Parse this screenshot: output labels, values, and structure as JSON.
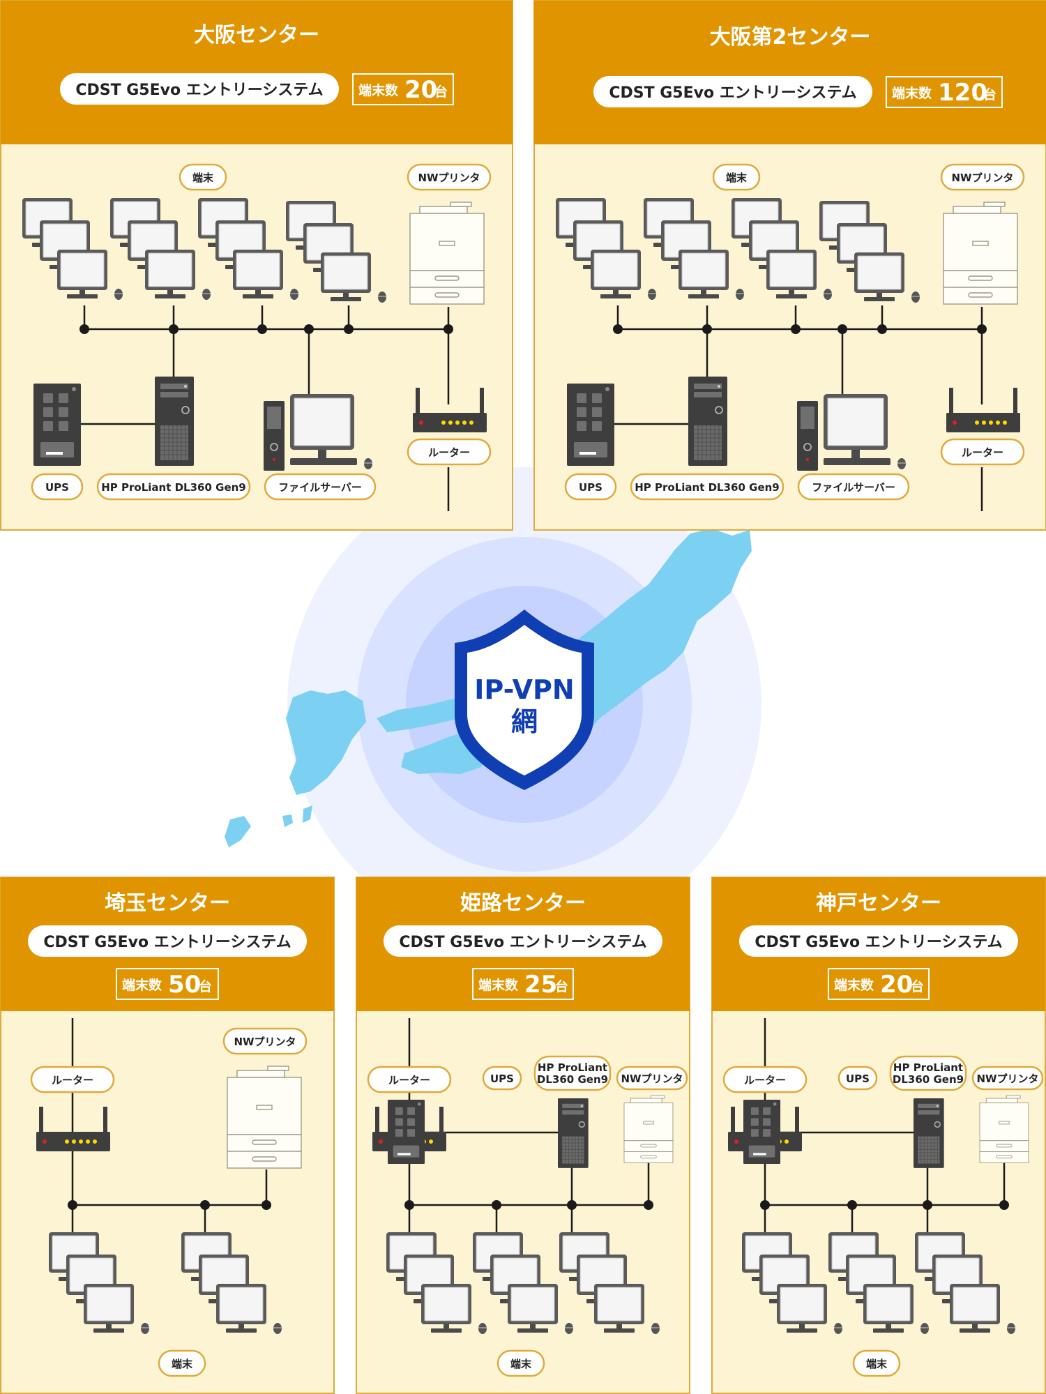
{
  "centers": [
    {
      "id": "osaka",
      "title": "大阪センター",
      "system": "CDST G5Evo エントリーシステム",
      "count_label": "端末数",
      "count": "20",
      "unit": "台",
      "labels": {
        "terminal": "端末",
        "printer": "NWプリンタ",
        "router": "ルーター",
        "ups": "UPS",
        "server": "HP ProLiant DL360 Gen9",
        "fileserver": "ファイルサーバー"
      }
    },
    {
      "id": "osaka2",
      "title": "大阪第2センター",
      "system": "CDST G5Evo エントリーシステム",
      "count_label": "端末数",
      "count": "120",
      "unit": "台",
      "labels": {
        "terminal": "端末",
        "printer": "NWプリンタ",
        "router": "ルーター",
        "ups": "UPS",
        "server": "HP ProLiant DL360 Gen9",
        "fileserver": "ファイルサーバー"
      }
    },
    {
      "id": "saitama",
      "title": "埼玉センター",
      "system": "CDST G5Evo エントリーシステム",
      "count_label": "端末数",
      "count": "50",
      "unit": "台",
      "labels": {
        "terminal": "端末",
        "printer": "NWプリンタ",
        "router": "ルーター"
      }
    },
    {
      "id": "himeji",
      "title": "姫路センター",
      "system": "CDST G5Evo エントリーシステム",
      "count_label": "端末数",
      "count": "25",
      "unit": "台",
      "labels": {
        "terminal": "端末",
        "printer": "NWプリンタ",
        "router": "ルーター",
        "ups": "UPS",
        "server_l1": "HP ProLiant",
        "server_l2": "DL360 Gen9"
      }
    },
    {
      "id": "kobe",
      "title": "神戸センター",
      "system": "CDST G5Evo エントリーシステム",
      "count_label": "端末数",
      "count": "20",
      "unit": "台",
      "labels": {
        "terminal": "端末",
        "printer": "NWプリンタ",
        "router": "ルーター",
        "ups": "UPS",
        "server_l1": "HP ProLiant",
        "server_l2": "DL360 Gen9"
      }
    }
  ],
  "network": {
    "line1": "IP-VPN",
    "line2": "網"
  },
  "colors": {
    "header": "#e09400",
    "panel": "#fdf4d3",
    "shield": "#0f3fb3",
    "map": "#7cd0f2",
    "glow": "#b7c8ff"
  }
}
